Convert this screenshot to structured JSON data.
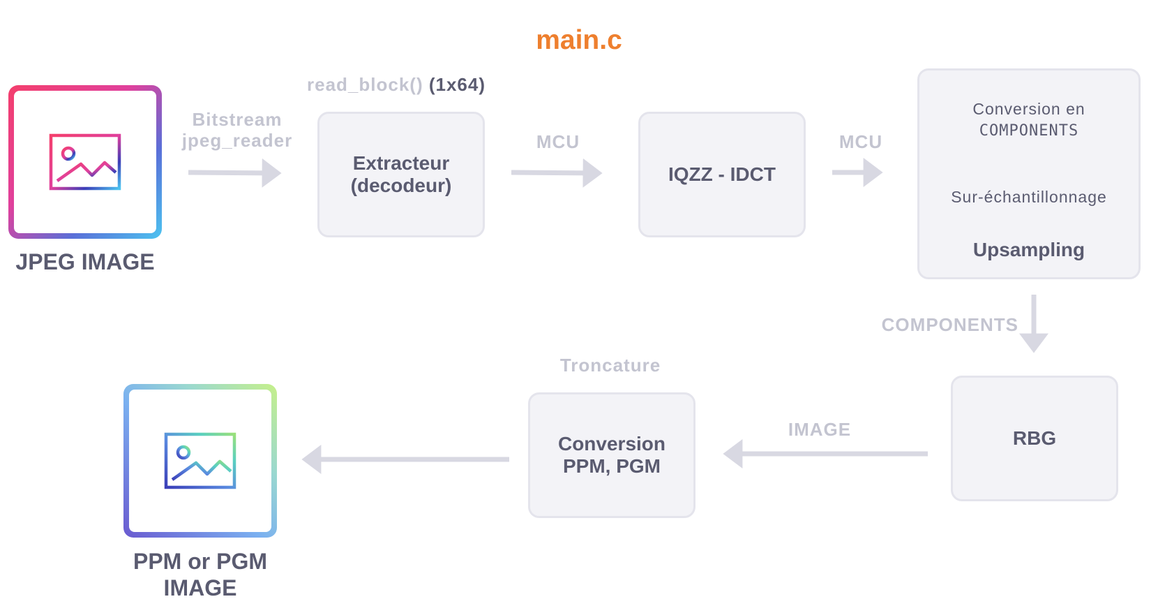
{
  "title": "main.c",
  "nodes": {
    "jpeg_image": {
      "caption": "JPEG IMAGE"
    },
    "extracteur": {
      "line1": "Extracteur",
      "line2": "(decodeur)"
    },
    "iqzz": {
      "label": "IQZZ - IDCT"
    },
    "conversion_components": {
      "line1": "Conversion en",
      "line2": "COMPONENTS",
      "line3": "Sur-échantillonnage",
      "line4": "Upsampling"
    },
    "rbg": {
      "label": "RBG"
    },
    "conversion_ppm": {
      "line1": "Conversion",
      "line2": "PPM, PGM"
    },
    "ppm_image": {
      "caption_line1": "PPM or PGM",
      "caption_line2": "IMAGE"
    }
  },
  "edges": {
    "bitstream": {
      "line1": "Bitstream",
      "line2": "jpeg_reader"
    },
    "read_block": {
      "func": "read_block()",
      "size": "(1x64)"
    },
    "mcu1": "MCU",
    "mcu2": "MCU",
    "components": "COMPONENTS",
    "troncature": "Troncature",
    "image": "IMAGE"
  },
  "colors": {
    "title": "#ee7f2e",
    "box_fill": "#f3f3f7",
    "box_border": "#e4e4ec",
    "arrow": "#d8d8e2",
    "edge_label": "#c3c4d0",
    "text_dark": "#5a5b70",
    "jpeg_gradient": [
      "#f43f6c",
      "#e0409c",
      "#5a6fd8",
      "#4cc3f0"
    ],
    "ppm_gradient": [
      "#6a8cf0",
      "#c6f08a",
      "#6a5ad0",
      "#7ad0f0"
    ]
  },
  "icons": {
    "jpeg": "image-icon",
    "ppm": "image-icon"
  }
}
